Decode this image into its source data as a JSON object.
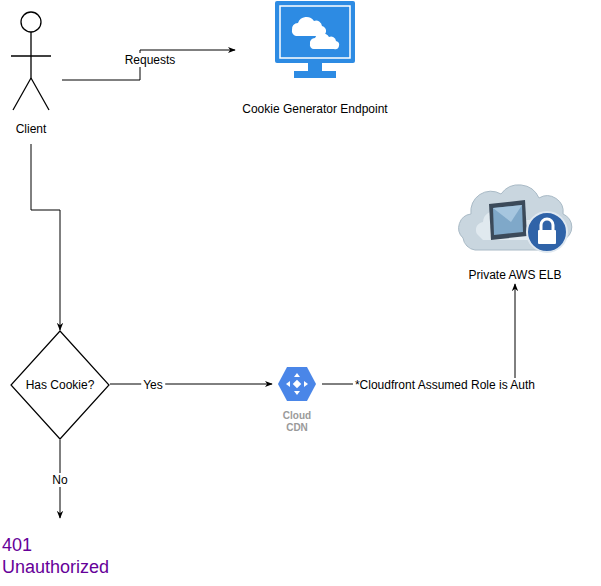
{
  "diagram": {
    "nodes": [
      {
        "text": [
          "Client"
        ]
      },
      {
        "text": [
          "Cookie Generator Endpoint"
        ]
      },
      {
        "text": [
          "Has Cookie?"
        ]
      },
      {
        "text": [
          "Cloud CDN"
        ]
      },
      {
        "text": [
          "Private AWS ELB"
        ]
      },
      {
        "text": [
          "401 Unauthorized"
        ]
      }
    ],
    "edges": [
      {
        "from": 0,
        "to": 1,
        "label": "Requests",
        "arrow": "to"
      },
      {
        "from": 0,
        "to": 2,
        "arrow": "to"
      },
      {
        "from": 2,
        "to": 3,
        "label": "Yes",
        "arrow": "to"
      },
      {
        "from": 3,
        "to": 4,
        "label": "*Cloudfront Assumed Role is Auth",
        "arrow": "to"
      },
      {
        "from": 2,
        "to": 5,
        "label": "No",
        "arrow": "to"
      }
    ]
  }
}
